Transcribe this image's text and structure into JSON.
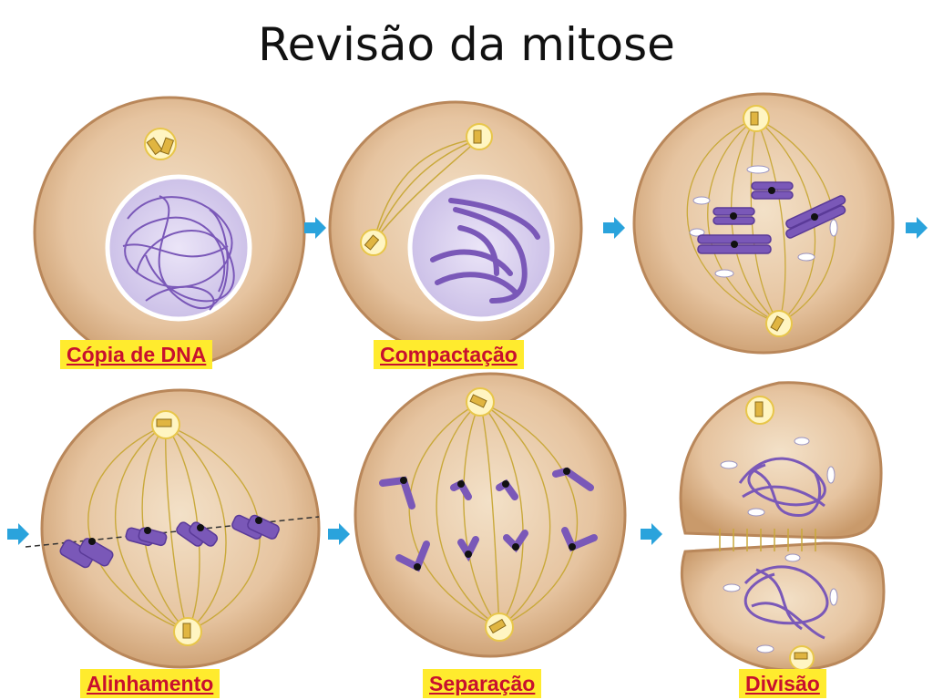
{
  "slide": {
    "title": "Revisão da mitose"
  },
  "stages": [
    {
      "label": "Cópia de DNA"
    },
    {
      "label": "Compactação"
    },
    {
      "label": ""
    },
    {
      "label": "Alinhamento"
    },
    {
      "label": "Separação"
    },
    {
      "label": "Divisão"
    }
  ],
  "colors": {
    "cytoplasm": "#dcb084",
    "cytoplasm_edge": "#b9875a",
    "spindle": "#c9a93a",
    "chromosome": "#7a58b8",
    "nucleus": "#d9d2f0",
    "arrow": "#2aa3dc",
    "label_bg": "#ffeb2e",
    "label_text": "#c8102e"
  }
}
